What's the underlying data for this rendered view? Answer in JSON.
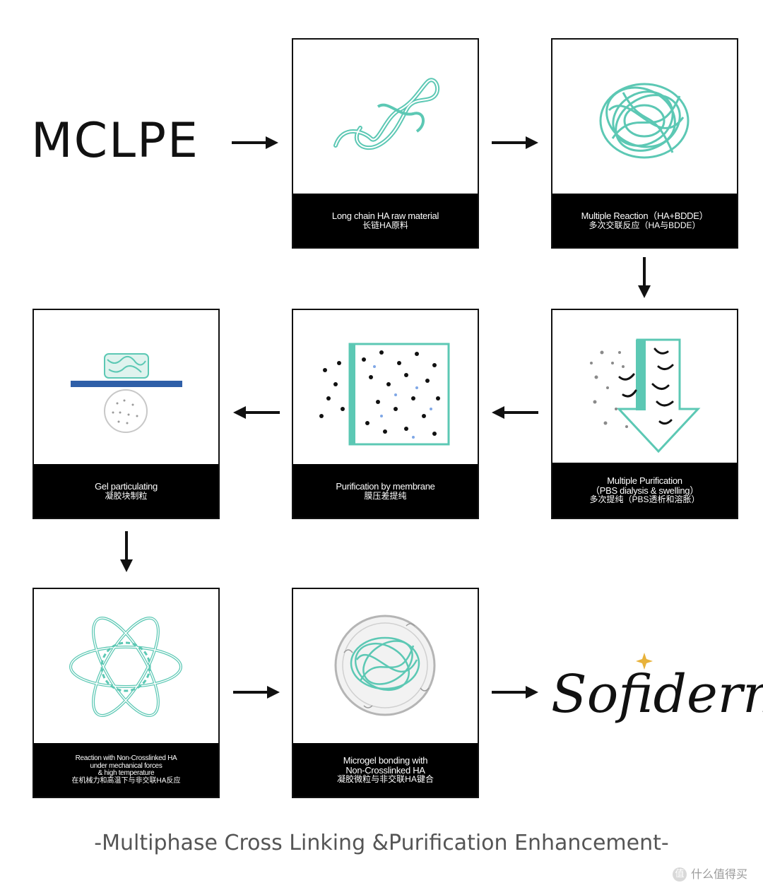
{
  "title": "MCLPE",
  "footer": "-Multiphase Cross Linking &Purification Enhancement-",
  "brand": "Sofiderm",
  "watermark": "什么值得买",
  "colors": {
    "teal": "#5cc8b4",
    "black": "#000000",
    "blue_bar": "#2f5fa8"
  },
  "steps": [
    {
      "en": "Long chain HA raw material",
      "zh": "长链HA原料"
    },
    {
      "en": "Multiple Reaction（HA+BDDE）",
      "zh": "多次交联反应（HA与BDDE）"
    },
    {
      "en": "Multiple Purification",
      "en2": "（PBS dialysis & swelling）",
      "zh": "多次提纯（PBS透析和溶胀）"
    },
    {
      "en": "Purification by membrane",
      "zh": "膜压差提纯"
    },
    {
      "en": "Gel particulating",
      "zh": "凝胶块制粒"
    },
    {
      "en": "Reaction with Non-Crosslinked HA",
      "en2": "under mechanical forces",
      "en3": "& high temperature",
      "zh": "在机械力和高温下与非交联HA反应"
    },
    {
      "en": "Microgel bonding with",
      "en2": "Non-Crosslinked HA",
      "zh": "凝胶微粒与非交联HA键合"
    }
  ]
}
